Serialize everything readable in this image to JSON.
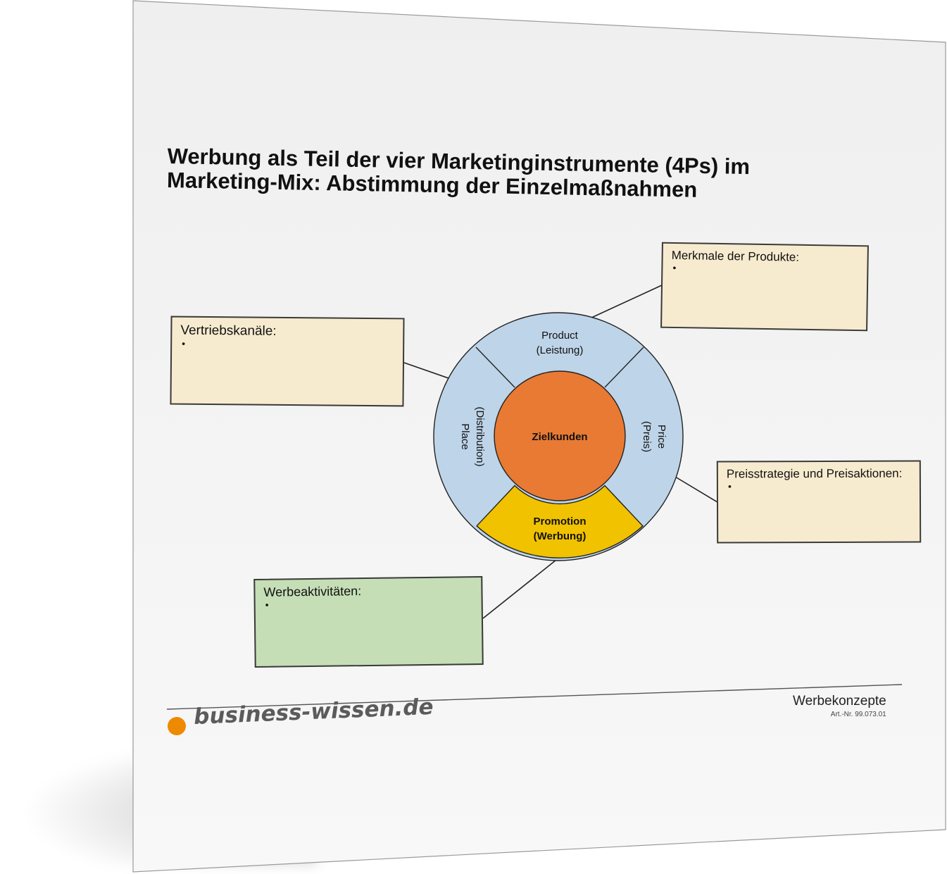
{
  "title": {
    "line1": "Werbung als Teil der vier Marketinginstrumente (4Ps) im",
    "line2": "Marketing-Mix: Abstimmung der Einzelmaßnahmen"
  },
  "diagram": {
    "center": "Zielkunden",
    "segments": {
      "product": {
        "line1": "Product",
        "line2": "(Leistung)"
      },
      "price": {
        "line1": "Price",
        "line2": "(Preis)"
      },
      "promotion": {
        "line1": "Promotion",
        "line2": "(Werbung)"
      },
      "place": {
        "line1": "Place",
        "line2": "(Distribution)"
      }
    },
    "colors": {
      "ring": "#bed4e8",
      "center": "#e87a33",
      "promotion": "#f0c200",
      "box_yellow": "#f7ebcf",
      "box_green": "#c5deb6"
    }
  },
  "boxes": {
    "produkte": {
      "title": "Merkmale der Produkte:",
      "bullet": "•"
    },
    "vertrieb": {
      "title": "Vertriebskanäle:",
      "bullet": "•"
    },
    "preis": {
      "title": "Preisstrategie und Preisaktionen:",
      "bullet": "•"
    },
    "werbung": {
      "title": "Werbeaktivitäten:",
      "bullet": "•"
    }
  },
  "footer": {
    "logo": "business-wissen.de",
    "category": "Werbekonzepte",
    "article": "Art.-Nr. 99.073.01",
    "accent": "#ee8a00"
  }
}
